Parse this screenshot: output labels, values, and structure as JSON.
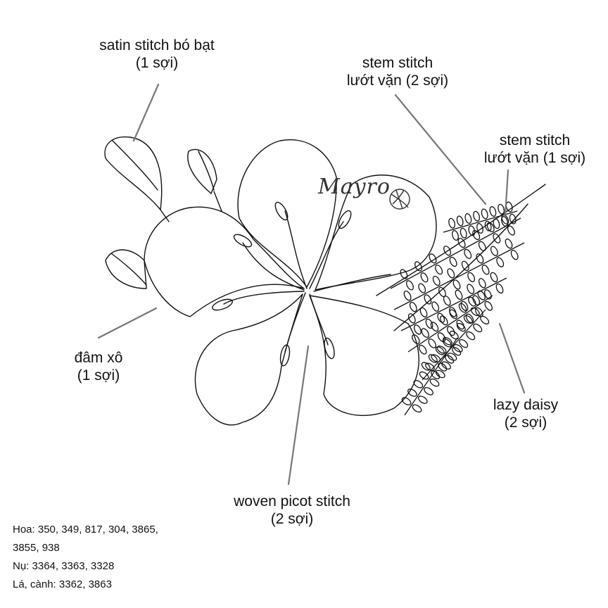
{
  "labels": {
    "satin": {
      "line1": "satin stitch bó bạt",
      "line2": "(1 sợi)"
    },
    "stem2": {
      "line1": "stem stitch",
      "line2": "lướt vặn (2 sợi)"
    },
    "stem1": {
      "line1": "stem stitch",
      "line2": "lướt vặn (1 sợi)"
    },
    "dam": {
      "line1": "đâm xô",
      "line2": "(1 sợi)"
    },
    "lazy": {
      "line1": "lazy daisy",
      "line2": "(2 sợi)"
    },
    "woven": {
      "line1": "woven picot stitch",
      "line2": "(2 sợi)"
    }
  },
  "notes": {
    "hoa_line1": "Hoa: 350, 349, 817, 304, 3865,",
    "hoa_line2": "3855, 938",
    "nu": "Nụ: 3364, 3363, 3328",
    "la": "Lá, cành: 3362, 3863"
  },
  "watermark": "Mayro",
  "colors": {
    "stroke": "#111111",
    "leader": "#777777",
    "background": "#ffffff"
  },
  "icons": {
    "watermark_ball": "yarn-ball-icon"
  }
}
